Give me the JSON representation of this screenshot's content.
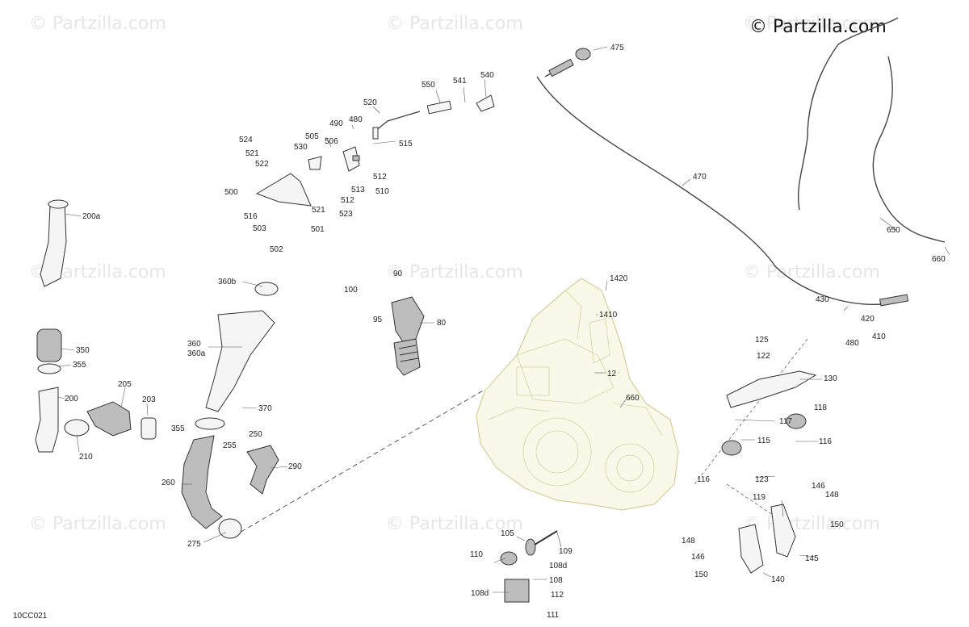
{
  "copyright": "© Partzilla.com",
  "diagram_code": "10CC021",
  "watermarks": [
    "© Partzilla.com",
    "© Partzilla.com",
    "© Partzilla.com",
    "© Partzilla.com",
    "© Partzilla.com",
    "© Partzilla.com",
    "© Partzilla.com",
    "© Partzilla.com",
    "© Partzilla.com"
  ],
  "callouts": {
    "c475": "475",
    "c541": "541",
    "c540": "540",
    "c550": "550",
    "c520": "520",
    "c490": "490",
    "c480a": "480",
    "c505": "505",
    "c506": "506",
    "c530": "530",
    "c524": "524",
    "c521a": "521",
    "c522": "522",
    "c515": "515",
    "c512a": "512",
    "c513": "513",
    "c510": "510",
    "c512b": "512",
    "c500": "500",
    "c521b": "521",
    "c523": "523",
    "c516": "516",
    "c503": "503",
    "c501": "501",
    "c502": "502",
    "c470": "470",
    "c650": "650",
    "c660a": "660",
    "c430": "430",
    "c420": "420",
    "c410": "410",
    "c480b": "480",
    "c200a": "200a",
    "c350": "350",
    "c355a": "355",
    "c200": "200",
    "c205": "205",
    "c203": "203",
    "c210": "210",
    "c360b": "360b",
    "c360": "360",
    "c360a": "360a",
    "c370": "370",
    "c355b": "355",
    "c250": "250",
    "c255": "255",
    "c260": "260",
    "c290": "290",
    "c275": "275",
    "c100": "100",
    "c90": "90",
    "c95": "95",
    "c80": "80",
    "c1420": "1420",
    "c1410": "1410",
    "c12": "12",
    "c660b": "660",
    "c125": "125",
    "c122": "122",
    "c130": "130",
    "c118": "118",
    "c117": "117",
    "c115": "115",
    "c116a": "116",
    "c116b": "116",
    "c123": "123",
    "c119": "119",
    "c146a": "146",
    "c148a": "148",
    "c150a": "150",
    "c148b": "148",
    "c146b": "146",
    "c150b": "150",
    "c145": "145",
    "c140": "140",
    "c105": "105",
    "c109": "109",
    "c110": "110",
    "c108d_a": "108d",
    "c108": "108",
    "c108d_b": "108d",
    "c112": "112",
    "c111": "111"
  }
}
